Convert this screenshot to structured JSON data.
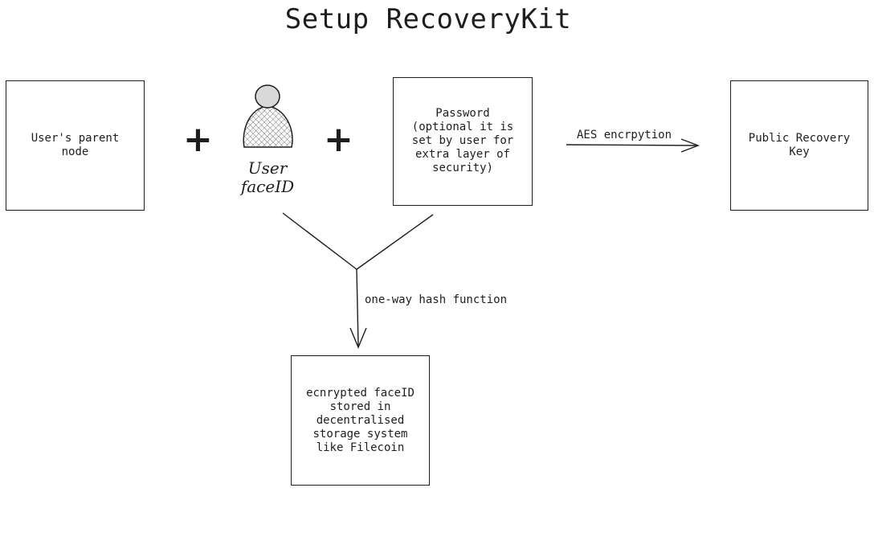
{
  "title": "Setup RecoveryKit",
  "nodes": {
    "parent_node": "User's parent\nnode",
    "user_faceid": "User\nfaceID",
    "password": "Password\n(optional it is\nset by user for\nextra layer of\nsecurity)",
    "public_key": "Public Recovery\nKey",
    "storage": "ecnrypted faceID\nstored in\ndecentralised\nstorage system\nlike Filecoin"
  },
  "operators": {
    "plus_1": "+",
    "plus_2": "+"
  },
  "edges": {
    "aes": "AES encrpytion",
    "hash": "one-way hash function"
  },
  "icons": {
    "user": "user-silhouette-icon"
  }
}
